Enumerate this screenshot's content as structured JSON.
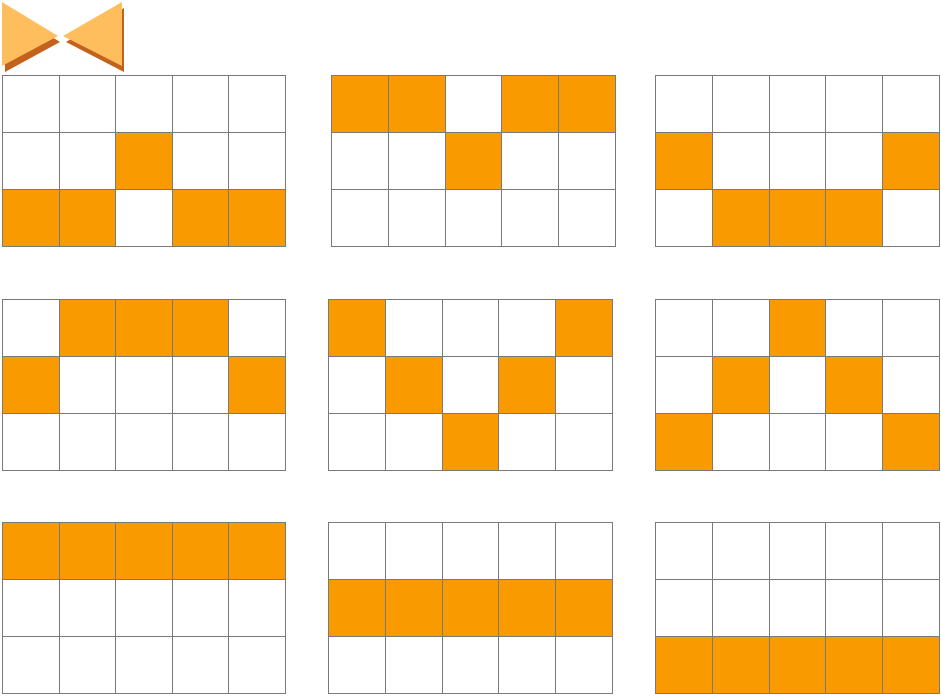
{
  "colors": {
    "filled": "#f99a00",
    "empty": "#ffffff",
    "border": "#7a7a7a",
    "logo_fill": "#ffbe5e",
    "logo_shadow": "#c2621d"
  },
  "logo": {
    "icon": "bow-tie-icon"
  },
  "patterns": [
    {
      "rows": [
        [
          0,
          0,
          0,
          0,
          0
        ],
        [
          0,
          0,
          1,
          0,
          0
        ],
        [
          1,
          1,
          0,
          1,
          1
        ]
      ]
    },
    {
      "rows": [
        [
          1,
          1,
          0,
          1,
          1
        ],
        [
          0,
          0,
          1,
          0,
          0
        ],
        [
          0,
          0,
          0,
          0,
          0
        ]
      ]
    },
    {
      "rows": [
        [
          0,
          0,
          0,
          0,
          0
        ],
        [
          1,
          0,
          0,
          0,
          1
        ],
        [
          0,
          1,
          1,
          1,
          0
        ]
      ]
    },
    {
      "rows": [
        [
          0,
          1,
          1,
          1,
          0
        ],
        [
          1,
          0,
          0,
          0,
          1
        ],
        [
          0,
          0,
          0,
          0,
          0
        ]
      ]
    },
    {
      "rows": [
        [
          1,
          0,
          0,
          0,
          1
        ],
        [
          0,
          1,
          0,
          1,
          0
        ],
        [
          0,
          0,
          1,
          0,
          0
        ]
      ]
    },
    {
      "rows": [
        [
          0,
          0,
          1,
          0,
          0
        ],
        [
          0,
          1,
          0,
          1,
          0
        ],
        [
          1,
          0,
          0,
          0,
          1
        ]
      ]
    },
    {
      "rows": [
        [
          1,
          1,
          1,
          1,
          1
        ],
        [
          0,
          0,
          0,
          0,
          0
        ],
        [
          0,
          0,
          0,
          0,
          0
        ]
      ]
    },
    {
      "rows": [
        [
          0,
          0,
          0,
          0,
          0
        ],
        [
          1,
          1,
          1,
          1,
          1
        ],
        [
          0,
          0,
          0,
          0,
          0
        ]
      ]
    },
    {
      "rows": [
        [
          0,
          0,
          0,
          0,
          0
        ],
        [
          0,
          0,
          0,
          0,
          0
        ],
        [
          1,
          1,
          1,
          1,
          1
        ]
      ]
    }
  ]
}
